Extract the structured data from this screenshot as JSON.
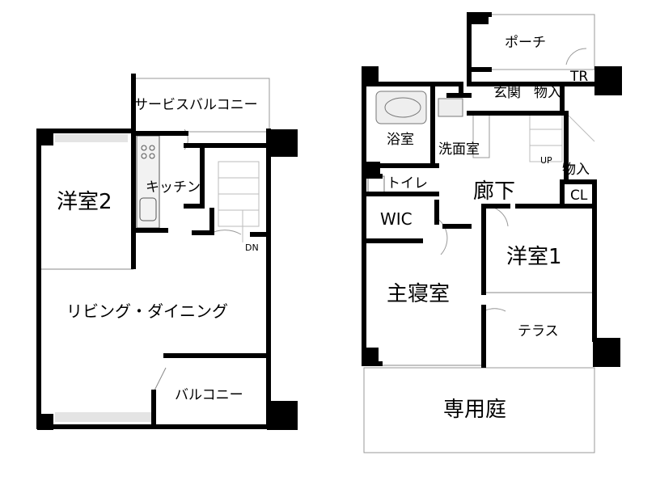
{
  "plan": {
    "left_unit": {
      "service_balcony": "サービスバルコニー",
      "kitchen": "キッチン",
      "western_room_2": "洋室2",
      "living_dining": "リビング・ダイニング",
      "balcony": "バルコニー",
      "stairs_down": "DN"
    },
    "right_unit": {
      "porch": "ポーチ",
      "entrance": "玄関",
      "storage_entrance": "物入",
      "trunk_room": "TR",
      "bathroom": "浴室",
      "washroom": "洗面室",
      "toilet": "トイレ",
      "hallway": "廊下",
      "stairs_up": "UP",
      "storage_hall": "物入",
      "closet": "CL",
      "walk_in_closet": "WIC",
      "western_room_1": "洋室1",
      "master_bedroom": "主寝室",
      "terrace": "テラス",
      "private_garden": "専用庭"
    }
  }
}
